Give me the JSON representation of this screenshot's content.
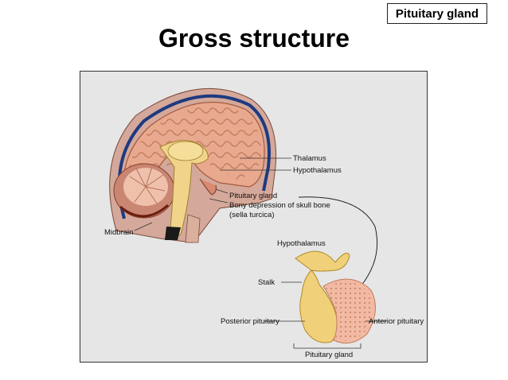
{
  "slide": {
    "tag": "Pituitary gland",
    "title": "Gross structure"
  },
  "figure": {
    "labels": {
      "thalamus": "Thalamus",
      "hypothalamus_top": "Hypothalamus",
      "pituitary_gland": "Pituitary gland",
      "bony_line1": "Bony depression of skull bone",
      "bony_line2": "(sella turcica)",
      "midbrain": "Midbrain",
      "hypothalamus_detail": "Hypothalamus",
      "stalk": "Stalk",
      "posterior_pituitary": "Posterior pituitary",
      "anterior_pituitary": "Anterior pituitary",
      "pituitary_gland_bottom": "Pituitary gland"
    }
  }
}
